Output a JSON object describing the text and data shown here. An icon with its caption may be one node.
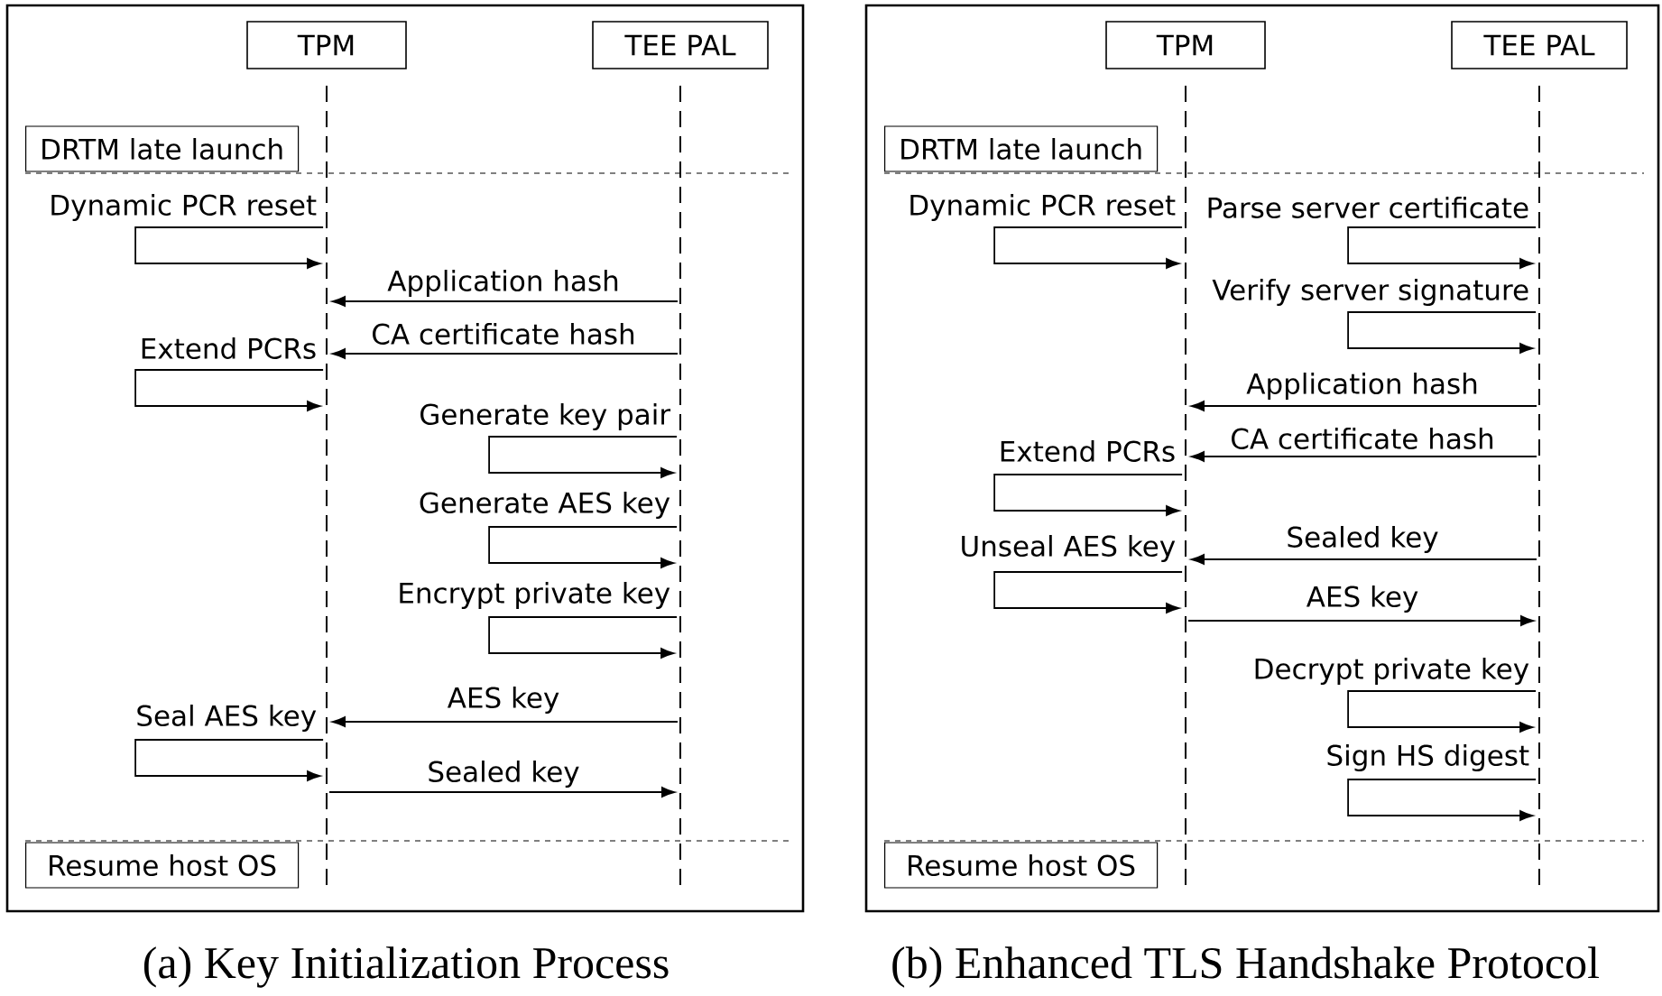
{
  "diagram": {
    "nodes": [
      {
        "text": [],
        "shape": "box",
        "beside": [
          "(a) Key Initialization Process"
        ]
      },
      {
        "text": [
          "TPM"
        ],
        "in": 0
      },
      {
        "text": [],
        "shape": "line",
        "in": 0
      },
      {
        "text": [
          "TEE PAL"
        ],
        "in": 0
      },
      {
        "text": [],
        "shape": "line",
        "in": 0
      },
      {
        "text": [
          "DRTM late launch"
        ],
        "in": 0
      },
      {
        "text": [
          "Resume host OS"
        ],
        "in": 0
      },
      {
        "text": [],
        "shape": "box",
        "beside": [
          "(b) Enhanced TLS Handshake Protocol"
        ]
      },
      {
        "text": [
          "TPM"
        ],
        "in": 7
      },
      {
        "text": [],
        "shape": "line",
        "in": 7
      },
      {
        "text": [
          "TEE PAL"
        ],
        "in": 7
      },
      {
        "text": [],
        "shape": "line",
        "in": 7
      },
      {
        "text": [
          "DRTM late launch"
        ],
        "in": 7
      },
      {
        "text": [
          "Resume host OS"
        ],
        "in": 7
      }
    ],
    "edges": [
      {
        "from": 2,
        "to": 2,
        "arrow": "to",
        "label": "Dynamic PCR reset"
      },
      {
        "from": 4,
        "to": 2,
        "arrow": "to",
        "label": "Application hash"
      },
      {
        "from": 4,
        "to": 2,
        "arrow": "to",
        "label": "CA certificate hash"
      },
      {
        "from": 2,
        "to": 2,
        "arrow": "to",
        "label": "Extend PCRs"
      },
      {
        "from": 4,
        "to": 4,
        "arrow": "to",
        "label": "Generate key pair"
      },
      {
        "from": 4,
        "to": 4,
        "arrow": "to",
        "label": "Generate AES key"
      },
      {
        "from": 4,
        "to": 4,
        "arrow": "to",
        "label": "Encrypt private key"
      },
      {
        "from": 4,
        "to": 2,
        "arrow": "to",
        "label": "AES key"
      },
      {
        "from": 2,
        "to": 2,
        "arrow": "to",
        "label": "Seal AES key"
      },
      {
        "from": 2,
        "to": 4,
        "arrow": "to",
        "label": "Sealed key"
      },
      {
        "from": 9,
        "to": 9,
        "arrow": "to",
        "label": "Dynamic PCR reset"
      },
      {
        "from": 11,
        "to": 11,
        "arrow": "to",
        "label": "Parse server certificate"
      },
      {
        "from": 11,
        "to": 11,
        "arrow": "to",
        "label": "Verify server signature"
      },
      {
        "from": 11,
        "to": 9,
        "arrow": "to",
        "label": "Application hash"
      },
      {
        "from": 11,
        "to": 9,
        "arrow": "to",
        "label": "CA certificate hash"
      },
      {
        "from": 9,
        "to": 9,
        "arrow": "to",
        "label": "Extend PCRs"
      },
      {
        "from": 11,
        "to": 9,
        "arrow": "to",
        "label": "Sealed key"
      },
      {
        "from": 9,
        "to": 9,
        "arrow": "to",
        "label": "Unseal AES key"
      },
      {
        "from": 9,
        "to": 11,
        "arrow": "to",
        "label": "AES key"
      },
      {
        "from": 11,
        "to": 11,
        "arrow": "to",
        "label": "Decrypt private key"
      },
      {
        "from": 11,
        "to": 11,
        "arrow": "to",
        "label": "Sign HS digest"
      }
    ]
  }
}
